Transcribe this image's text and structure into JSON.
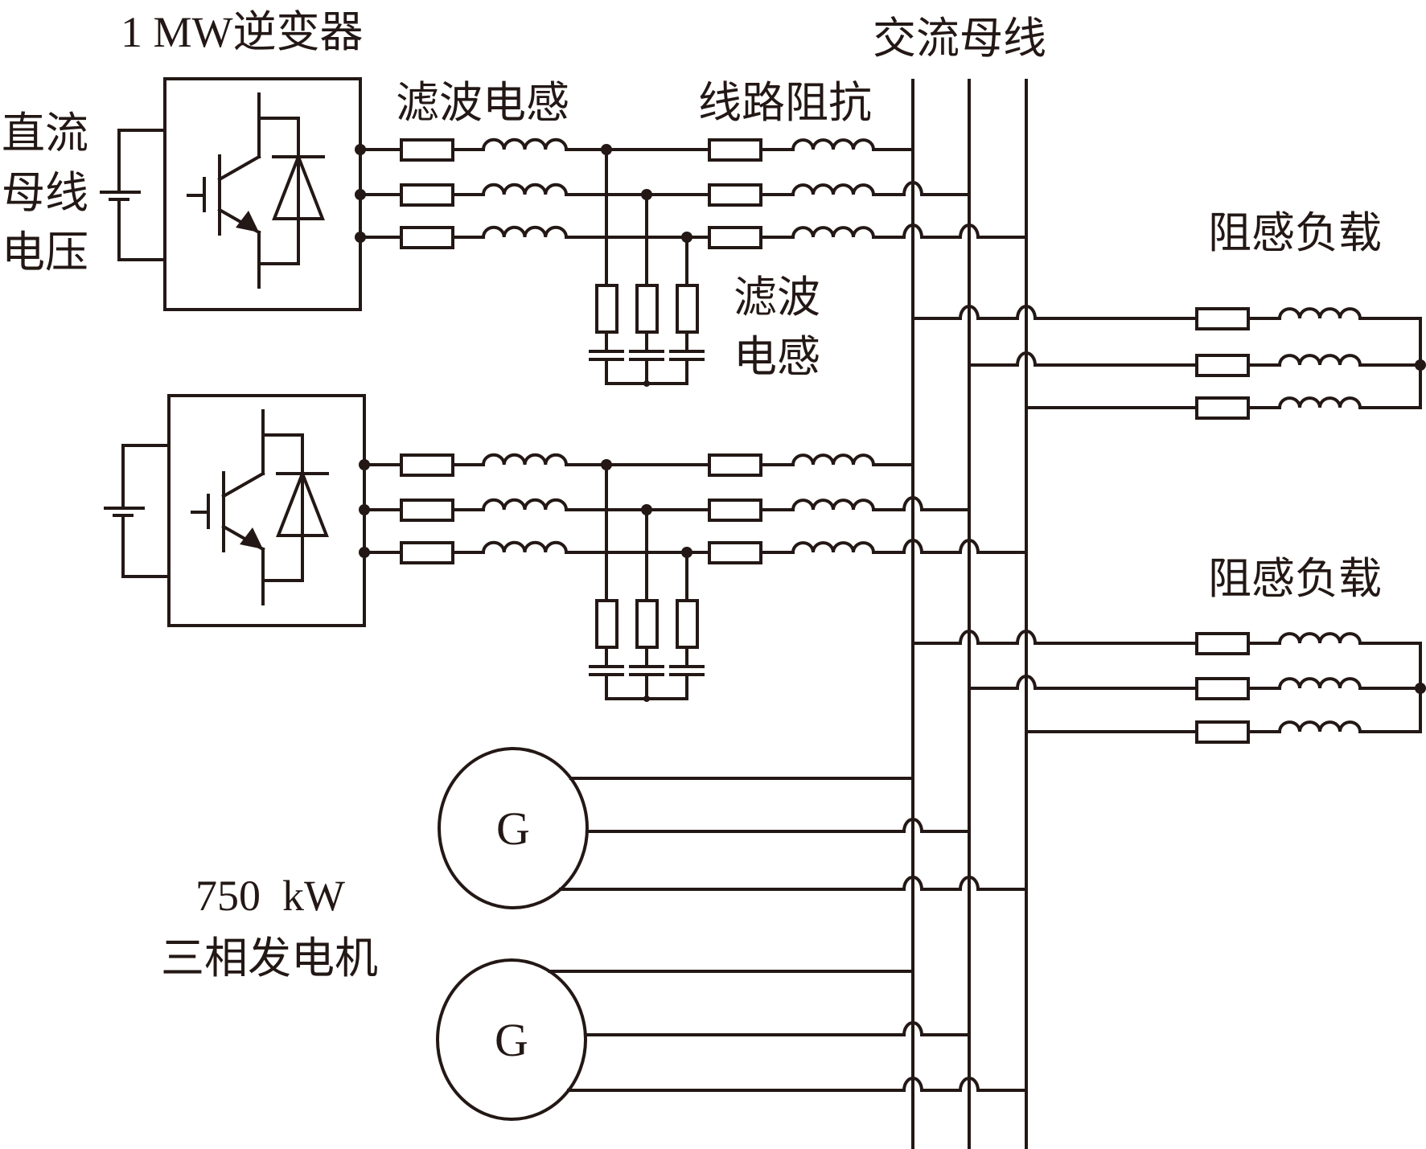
{
  "figure": {
    "labels": {
      "inverter_title": "1 MW逆变器",
      "dc_bus_voltage": [
        "直流",
        "母线",
        "电压"
      ],
      "filter_inductor_top": "滤波电感",
      "line_impedance": "线路阻抗",
      "ac_bus": "交流母线",
      "filter_side": [
        "滤波",
        "电感"
      ],
      "rl_load_1": "阻感负载",
      "rl_load_2": "阻感负载",
      "generator_rating": "750  kW",
      "generator_type": "三相发电机",
      "generator_symbol_1": "G",
      "generator_symbol_2": "G"
    },
    "components": {
      "inverters": [
        {
          "id": "inverter-1",
          "rating": "1 MW",
          "phases": 3,
          "elements": [
            "dc-source",
            "igbt",
            "freewheel-diode",
            "filter-resistor",
            "filter-inductor",
            "rc-filter-branch",
            "line-resistor",
            "line-inductor"
          ]
        },
        {
          "id": "inverter-2",
          "phases": 3,
          "elements": [
            "dc-source",
            "igbt",
            "freewheel-diode",
            "filter-resistor",
            "filter-inductor",
            "rc-filter-branch",
            "line-resistor",
            "line-inductor"
          ]
        }
      ],
      "ac_bus_phases": 3,
      "loads": [
        {
          "id": "load-1",
          "type": "resistive-inductive",
          "connection": "star"
        },
        {
          "id": "load-2",
          "type": "resistive-inductive",
          "connection": "star"
        }
      ],
      "generators": [
        {
          "id": "generator-1",
          "rating": "750 kW",
          "type": "three-phase"
        },
        {
          "id": "generator-2",
          "rating": "750 kW",
          "type": "three-phase"
        }
      ]
    },
    "colors": {
      "ink": "#231815",
      "background": "#ffffff"
    }
  }
}
